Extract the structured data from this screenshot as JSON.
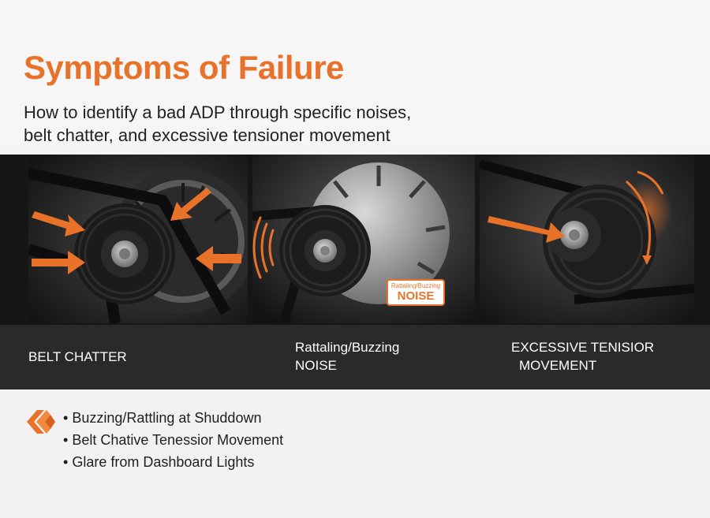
{
  "header": {
    "title": "Symptoms of Failure",
    "subtitle_line1": "How to identify a bad ADP through specific noises,",
    "subtitle_line2": "belt chatter, and excessive tensioner movement"
  },
  "panels": [
    {
      "caption_line1": "BELT CHATTER",
      "caption_line2": ""
    },
    {
      "caption_line1": "Rattaling/Buzzing",
      "caption_line2": "NOISE",
      "badge_small": "Rattaling/Buzzing",
      "badge_large": "NOISE"
    },
    {
      "caption_line1": "EXCESSIVE TENISIOR",
      "caption_line2": "MOVEMENT"
    }
  ],
  "bullets": [
    "Buzzing/Rattling at Shuddown",
    "Belt Chative Tenessior Movement",
    "Glare from Dashboard Lights"
  ],
  "colors": {
    "accent": "#e8722a",
    "dark_band": "#2a2a2a",
    "text": "#222222"
  },
  "icons": {
    "logo": "orange-chevron-diamond-icon",
    "arrows": "orange-arrow-icon",
    "sound": "sound-wave-icon"
  }
}
